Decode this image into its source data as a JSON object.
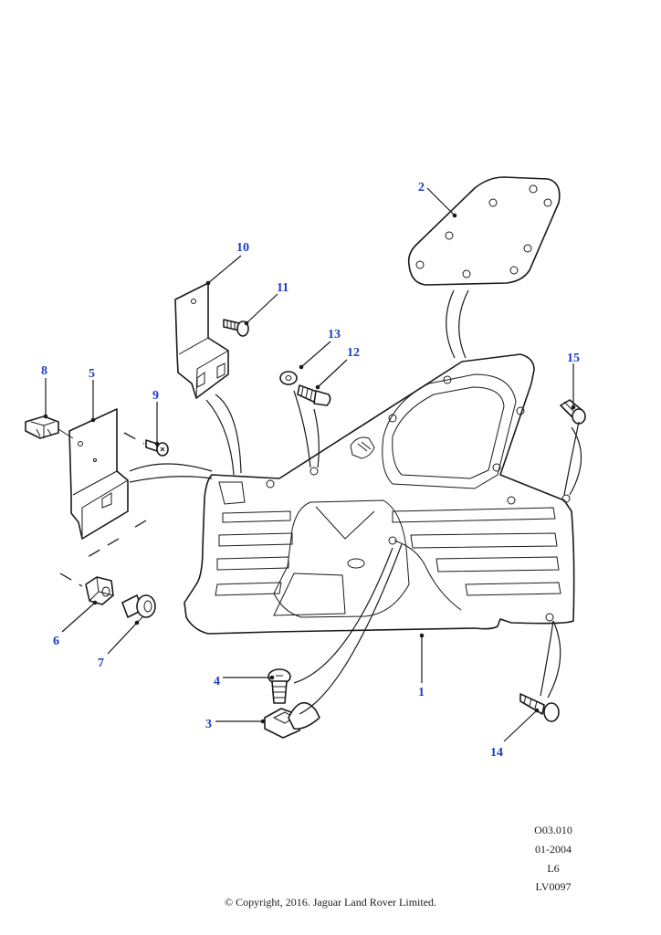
{
  "callouts": [
    "1",
    "2",
    "3",
    "4",
    "5",
    "6",
    "7",
    "8",
    "9",
    "10",
    "11",
    "12",
    "13",
    "14",
    "15"
  ],
  "ref_codes": {
    "code1": "O03.010",
    "date": "01-2004",
    "code2": "L6",
    "code3": "LV0097"
  },
  "copyright": "© Copyright, 2016. Jaguar Land Rover Limited.",
  "colors": {
    "callout": "#1e3cc8",
    "line": "#1a1a1a"
  }
}
